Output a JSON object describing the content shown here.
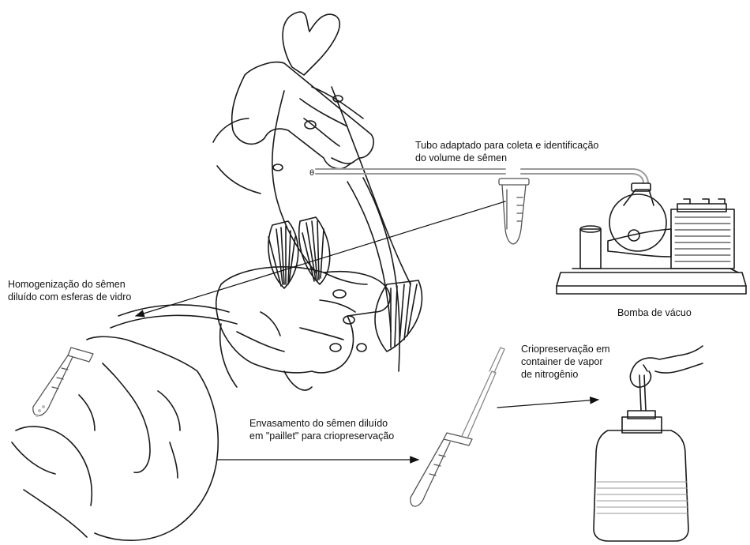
{
  "labels": {
    "tube": [
      "Tubo adaptado para coleta e identificação",
      "do volume de sêmen"
    ],
    "pump": "Bomba de vácuo",
    "homogenization": [
      "Homogenização do sêmen",
      "diluído com esferas de vidro"
    ],
    "filling": [
      "Envasamento do sêmen diluído",
      "em \"paillet\" para criopreservação"
    ],
    "cryo": [
      "Criopreservação em",
      "container de vapor",
      "de nitrogênio"
    ]
  }
}
